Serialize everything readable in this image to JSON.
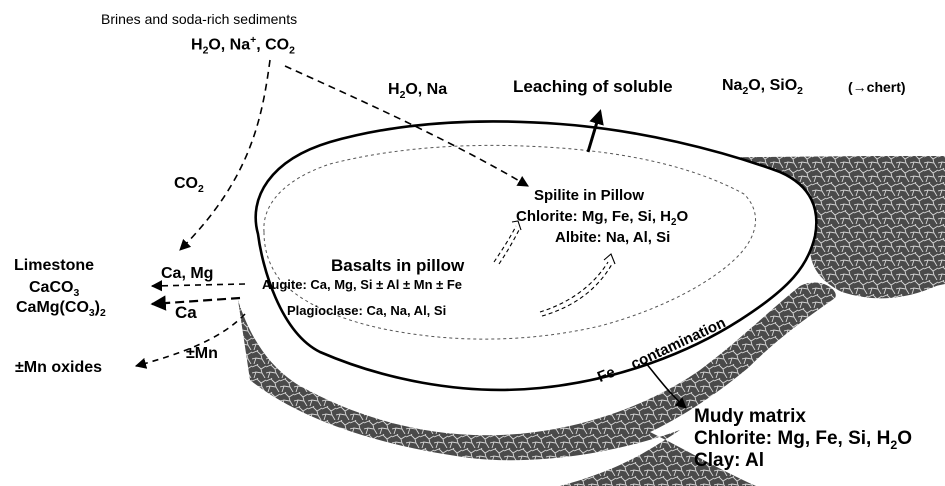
{
  "sources": {
    "title": "Brines and soda-rich sediments",
    "h2o": "H",
    "h2o_sub": "2",
    "h2o_o": "O, Na",
    "na_sup": "+",
    "co2": ", CO",
    "co2_sub": "2"
  },
  "flows": {
    "h2o_na": "H",
    "h2o_na_sub": "2",
    "h2o_na_rest": "O, Na",
    "co2": "CO",
    "co2_sub": "2",
    "ca_mg": "Ca, Mg",
    "ca": "Ca",
    "mn": "±Mn"
  },
  "leaching": {
    "label": "Leaching of soluble",
    "na2o_a": "Na",
    "na2o_sub": "2",
    "na2o_b": "O, SiO",
    "sio2_sub": "2",
    "chert": "(→chert)"
  },
  "products": {
    "limestone": "Limestone",
    "caco3": "CaCO",
    "caco3_sub": "3",
    "camg_a": "CaMg(CO",
    "camg_sub1": "3",
    "camg_b": ")",
    "camg_sub2": "2",
    "mn_oxides": "±Mn oxides"
  },
  "spilite": {
    "title": "Spilite in Pillow",
    "chlorite_a": "Chlorite: Mg, Fe, Si, H",
    "chlorite_sub": "2",
    "chlorite_b": "O",
    "albite": "Albite: Na, Al, Si"
  },
  "basalt": {
    "title": "Basalts in pillow",
    "augite": "Augite: Ca, Mg, Si ± Al ± Mn ± Fe",
    "plagioclase": "Plagioclase: Ca, Na, Al, Si"
  },
  "contamination": {
    "fe": "Fe",
    "label": "contamination"
  },
  "matrix": {
    "title": "Mudy matrix",
    "chlorite_a": "Chlorite: Mg, Fe, Si, H",
    "chlorite_sub": "2",
    "chlorite_b": "O",
    "clay": "Clay: Al"
  }
}
